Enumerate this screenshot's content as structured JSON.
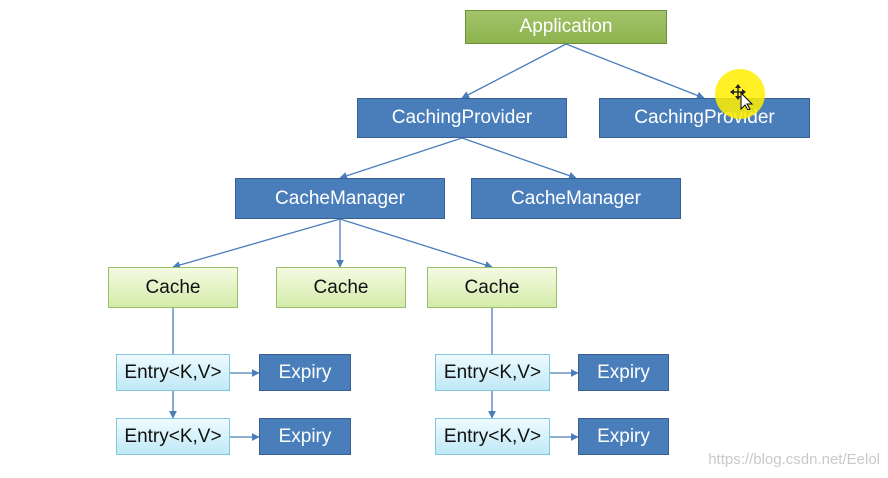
{
  "nodes": {
    "application": "Application",
    "caching_provider_1": "CachingProvider",
    "caching_provider_2": "CachingProvider",
    "cache_manager_1": "CacheManager",
    "cache_manager_2": "CacheManager",
    "cache_1": "Cache",
    "cache_2": "Cache",
    "cache_3": "Cache",
    "entry_1": "Entry<K,V>",
    "entry_2": "Entry<K,V>",
    "entry_3": "Entry<K,V>",
    "entry_4": "Entry<K,V>",
    "expiry_1": "Expiry",
    "expiry_2": "Expiry",
    "expiry_3": "Expiry",
    "expiry_4": "Expiry"
  },
  "watermark": "https://blog.csdn.net/Eelol",
  "colors": {
    "application": "#9bbb59",
    "blue_node": "#4a7ebb",
    "cache_node": "#e4f4c8",
    "entry_node": "#d4f1fb",
    "connector": "#4a7ebb",
    "cursor_highlight": "#ffee00"
  },
  "icons": {
    "cursor": "move-cursor-icon"
  }
}
